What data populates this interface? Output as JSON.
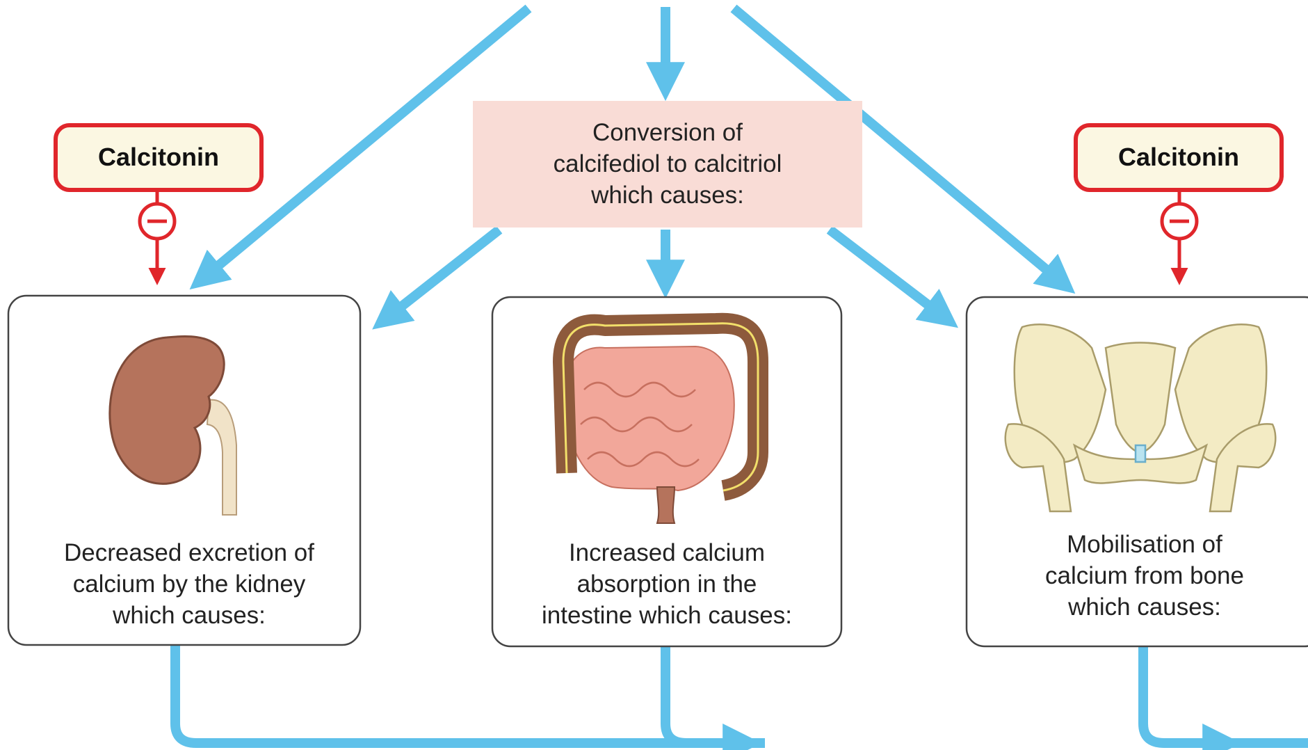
{
  "top_process": {
    "lines": [
      "Conversion of",
      "calcifediol to calcitriol",
      "which causes:"
    ]
  },
  "hormones": {
    "left": "Calcitonin",
    "right": "Calcitonin",
    "effect_symbol": "minus-inhibit-icon"
  },
  "boxes": {
    "kidney": {
      "icon": "kidney-icon",
      "lines": [
        "Decreased excretion of",
        "calcium by the kidney",
        "which causes:"
      ]
    },
    "intestine": {
      "icon": "intestine-icon",
      "lines": [
        "Increased calcium",
        "absorption in the",
        "intestine which causes:"
      ]
    },
    "bone": {
      "icon": "pelvis-bone-icon",
      "lines": [
        "Mobilisation of",
        "calcium from bone",
        "which causes:"
      ]
    }
  },
  "colors": {
    "arrow_blue": "#5fc1ea",
    "process_fill": "#f9dcd6",
    "hormone_border": "#e0262b",
    "hormone_fill": "#fbf7e2",
    "inhibit_red": "#e0262b"
  }
}
